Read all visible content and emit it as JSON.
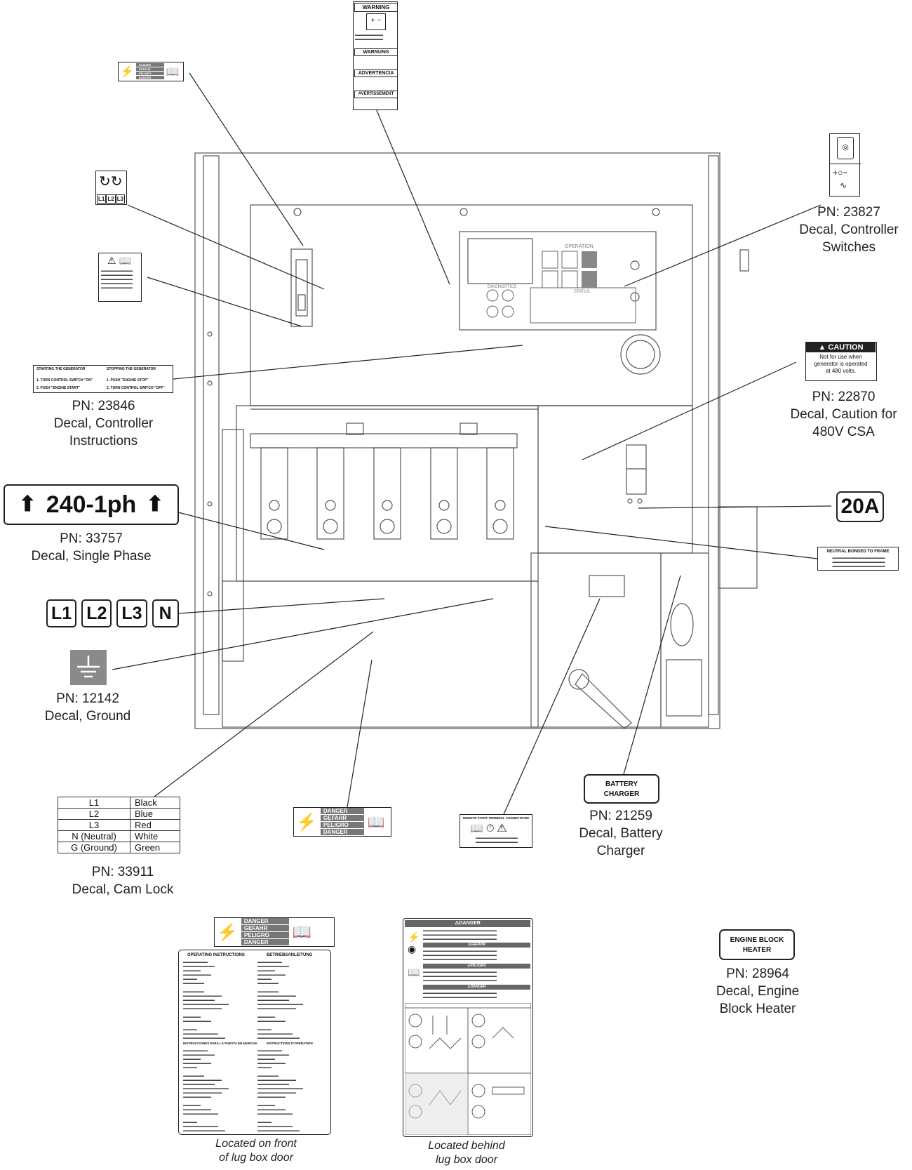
{
  "top_warning": {
    "headers": [
      "WARNING",
      "WARNUNG",
      "ADVERTENCIA",
      "AVERTISSEMENT"
    ]
  },
  "controller_switches": {
    "pn": "PN: 23827",
    "line1": "Decal, Controller",
    "line2": "Switches"
  },
  "caution_480": {
    "header": "CAUTION",
    "body_line1": "Not for use when",
    "body_line2": "generator is operated",
    "body_line3": "at 480 volts.",
    "pn": "PN: 22870",
    "line1": "Decal, Caution for",
    "line2": "480V CSA"
  },
  "breaker_20a": {
    "label": "20A"
  },
  "neutral_bonded": {
    "line1": "NEUTRAL BONDED TO FRAME"
  },
  "controller_instructions": {
    "start_title": "STARTING THE GENERATOR",
    "stop_title": "STOPPING THE GENERATOR",
    "step1": "1. TURN CONTROL SWITCH \"ON\"",
    "step2": "2. PUSH \"ENGINE START\"",
    "step3": "1. PUSH \"ENGINE STOP\"",
    "step4": "2. TURN CONTROL SWITCH \"OFF\"",
    "pn": "PN: 23846",
    "line1": "Decal, Controller",
    "line2": "Instructions"
  },
  "single_phase": {
    "label": "240-1ph",
    "pn": "PN: 33757",
    "line1": "Decal, Single Phase"
  },
  "lugs": [
    "L1",
    "L2",
    "L3",
    "N"
  ],
  "ground": {
    "pn": "PN: 12142",
    "line1": "Decal, Ground"
  },
  "cam_lock": {
    "rows": [
      [
        "L1",
        "Black"
      ],
      [
        "L2",
        "Blue"
      ],
      [
        "L3",
        "Red"
      ],
      [
        "N (Neutral)",
        "White"
      ],
      [
        "G (Ground)",
        "Green"
      ]
    ],
    "pn": "PN: 33911",
    "line1": "Decal, Cam Lock"
  },
  "danger_labels": [
    "DANGER",
    "GEFAHR",
    "PELIGRO",
    "DANGER"
  ],
  "l1l2l3_decal": [
    "L1",
    "L2",
    "L3"
  ],
  "remote_start": {
    "title": "REMOTE START TERMINAL CONNECTIONS"
  },
  "battery_charger": {
    "label_line1": "BATTERY",
    "label_line2": "CHARGER",
    "pn": "PN: 21259",
    "line1": "Decal, Battery",
    "line2": "Charger"
  },
  "engine_block": {
    "label_line1": "ENGINE BLOCK",
    "label_line2": "HEATER",
    "pn": "PN: 28964",
    "line1": "Decal, Engine",
    "line2": "Block Heater"
  },
  "operating_instructions": {
    "title_left": "OPERATING INSTRUCTIONS",
    "title_right": "BETRIEBSANLEITUNG",
    "title_es": "INSTRUCCIONES PARA LA PUESTA EN MARCHA",
    "title_fr": "INSTRUCTIONS D'OPERATION",
    "caption1": "Located on front",
    "caption2": "of lug box door"
  },
  "behind_door": {
    "header": "DANGER",
    "sub1": "GEFAHR",
    "sub2": "PELIGRO",
    "sub3": "DANGER",
    "caption1": "Located behind",
    "caption2": "lug box door"
  },
  "controller_panel": {
    "operation": "OPERATION",
    "status": "STATUS",
    "diagnostics": "DIAGNOSTICS"
  }
}
